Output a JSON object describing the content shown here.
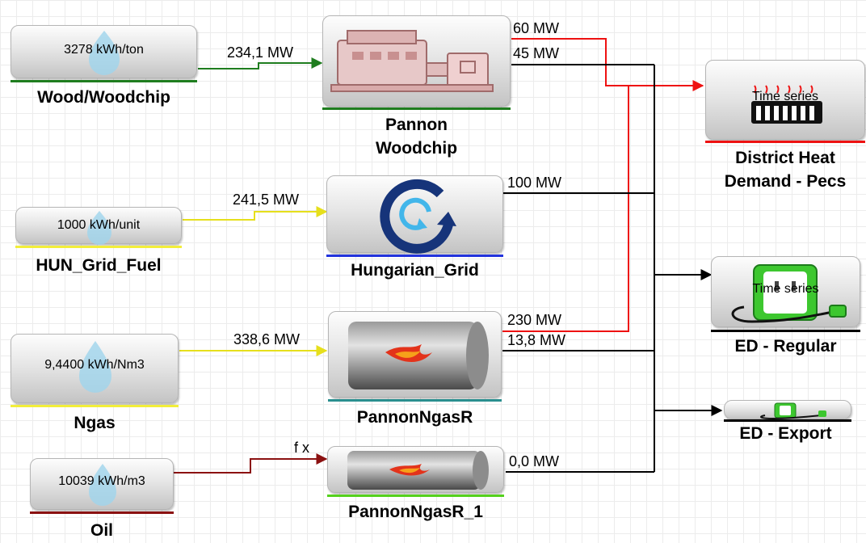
{
  "colors": {
    "green": "#1f7d1f",
    "yellow": "#f2ee3a",
    "dark_red": "#8b1111",
    "red": "#ee1111",
    "black": "#000000",
    "blue": "#2233dd",
    "teal": "#2a8f8f",
    "light_green": "#55d11d"
  },
  "sources": [
    {
      "value": "3278 kWh/ton",
      "label": "Wood/Woodchip",
      "icon": "water-drop-icon"
    },
    {
      "value": "1000 kWh/unit",
      "label": "HUN_Grid_Fuel",
      "icon": "water-drop-icon"
    },
    {
      "value": "9,4400 kWh/Nm3",
      "label": "Ngas",
      "icon": "water-drop-icon"
    },
    {
      "value": "10039 kWh/m3",
      "label": "Oil",
      "icon": "water-drop-icon"
    }
  ],
  "units": [
    {
      "label": "Pannon Woodchip",
      "icon": "engine-generator-icon"
    },
    {
      "label": "Hungarian_Grid",
      "icon": "refresh-cycle-icon"
    },
    {
      "label": "PannonNgasR",
      "icon": "flame-boiler-icon"
    },
    {
      "label": "PannonNgasR_1",
      "icon": "flame-boiler-icon"
    }
  ],
  "demands": [
    {
      "value": "Time series",
      "label": "District Heat Demand - Pecs",
      "icon": "radiator-icon"
    },
    {
      "value": "Time series",
      "label": "ED - Regular",
      "icon": "power-socket-icon"
    },
    {
      "value": "",
      "label": "ED - Export",
      "icon": "power-socket-icon"
    }
  ],
  "flows": {
    "wood_in": "234,1 MW",
    "grid_in": "241,5 MW",
    "ngas_in": "338,6 MW",
    "oil_in": "f x",
    "woodchip_heat": "60 MW",
    "woodchip_el": "45 MW",
    "grid_el": "100 MW",
    "ngasr_heat": "230 MW",
    "ngasr_el": "13,8 MW",
    "ngasr1_el": "0,0 MW"
  }
}
